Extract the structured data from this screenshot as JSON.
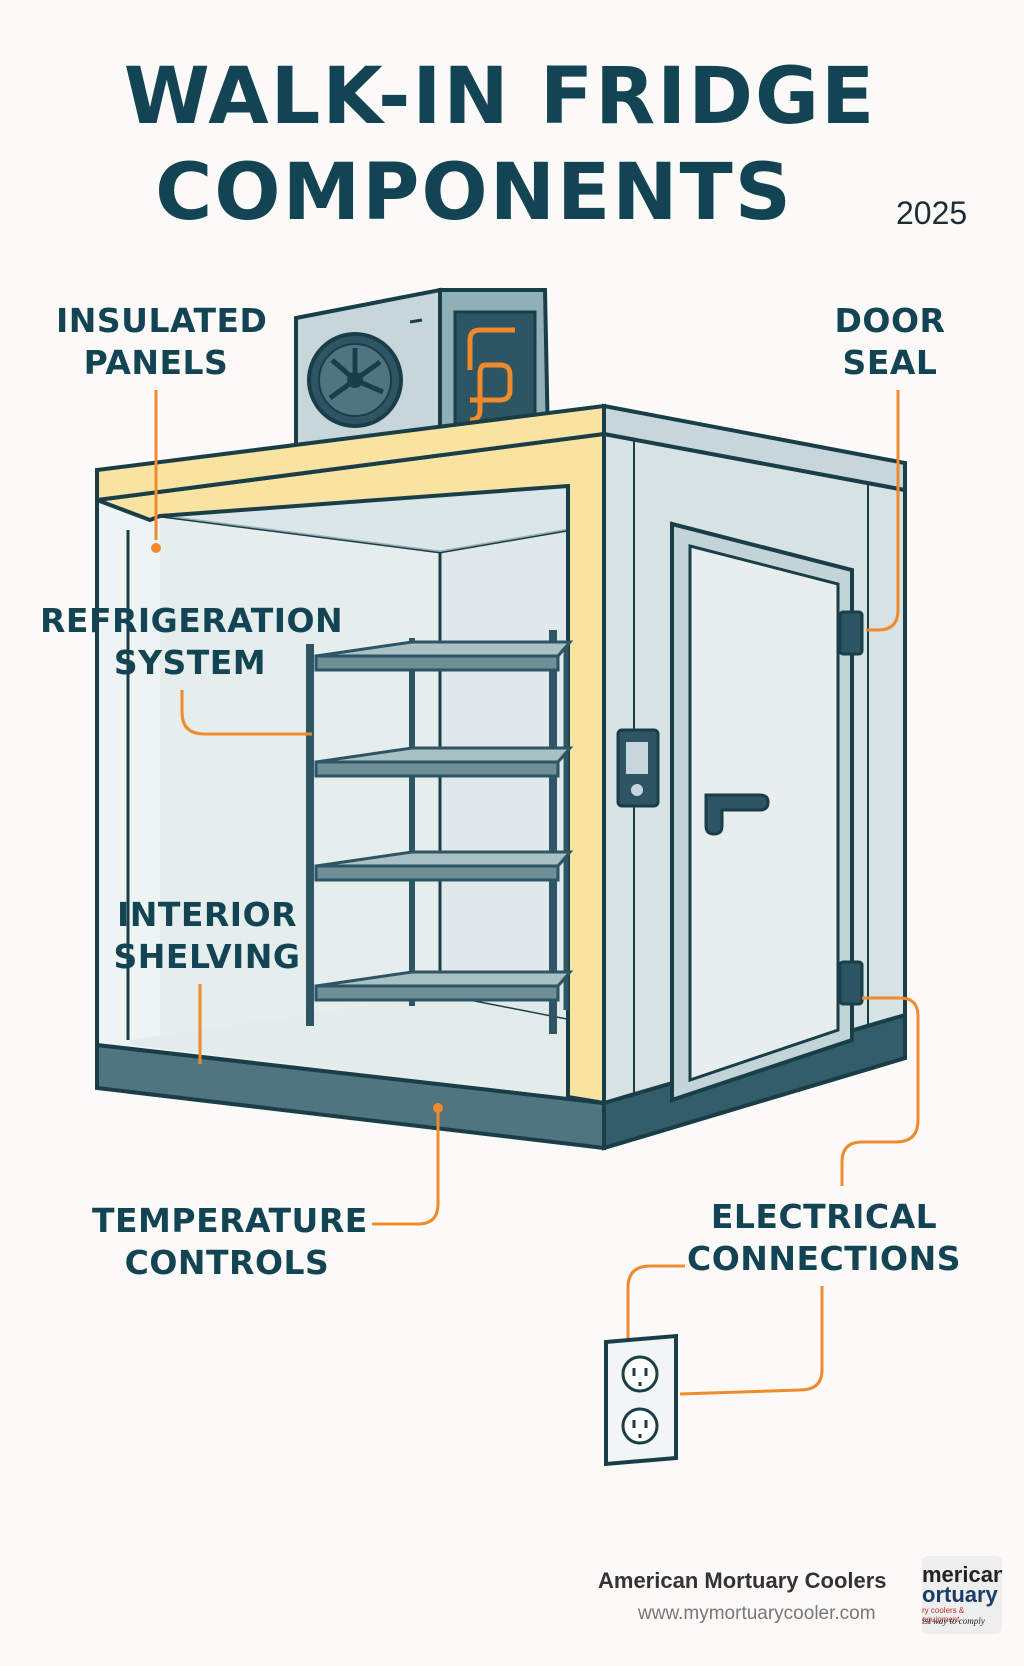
{
  "title": {
    "line1": "WALK-IN FRIDGE",
    "line2": "COMPONENTS",
    "year": "2025"
  },
  "callouts": {
    "insulated_panels": [
      "INSULATED",
      "PANELS"
    ],
    "door_seal": [
      "DOOR",
      "SEAL"
    ],
    "refrigeration_system": [
      "REFRIGERATION",
      "SYSTEM"
    ],
    "interior_shelving": [
      "INTERIOR",
      "SHELVING"
    ],
    "temperature_controls": [
      "TEMPERATURE",
      "CONTROLS"
    ],
    "electrical_connections": [
      "ELECTRICAL",
      "CONNECTIONS"
    ]
  },
  "footer": {
    "company": "American Mortuary Coolers",
    "url": "www.mymortuarycooler.com",
    "logo_line1": "merican",
    "logo_line2": "ortuary",
    "logo_line3": "ry coolers & equipment",
    "logo_line4": "ist way to comply"
  },
  "colors": {
    "title": "#134454",
    "leader_line": "#f08a2c",
    "panel_frame": "#f8e3a0",
    "base": "#4e7580"
  }
}
